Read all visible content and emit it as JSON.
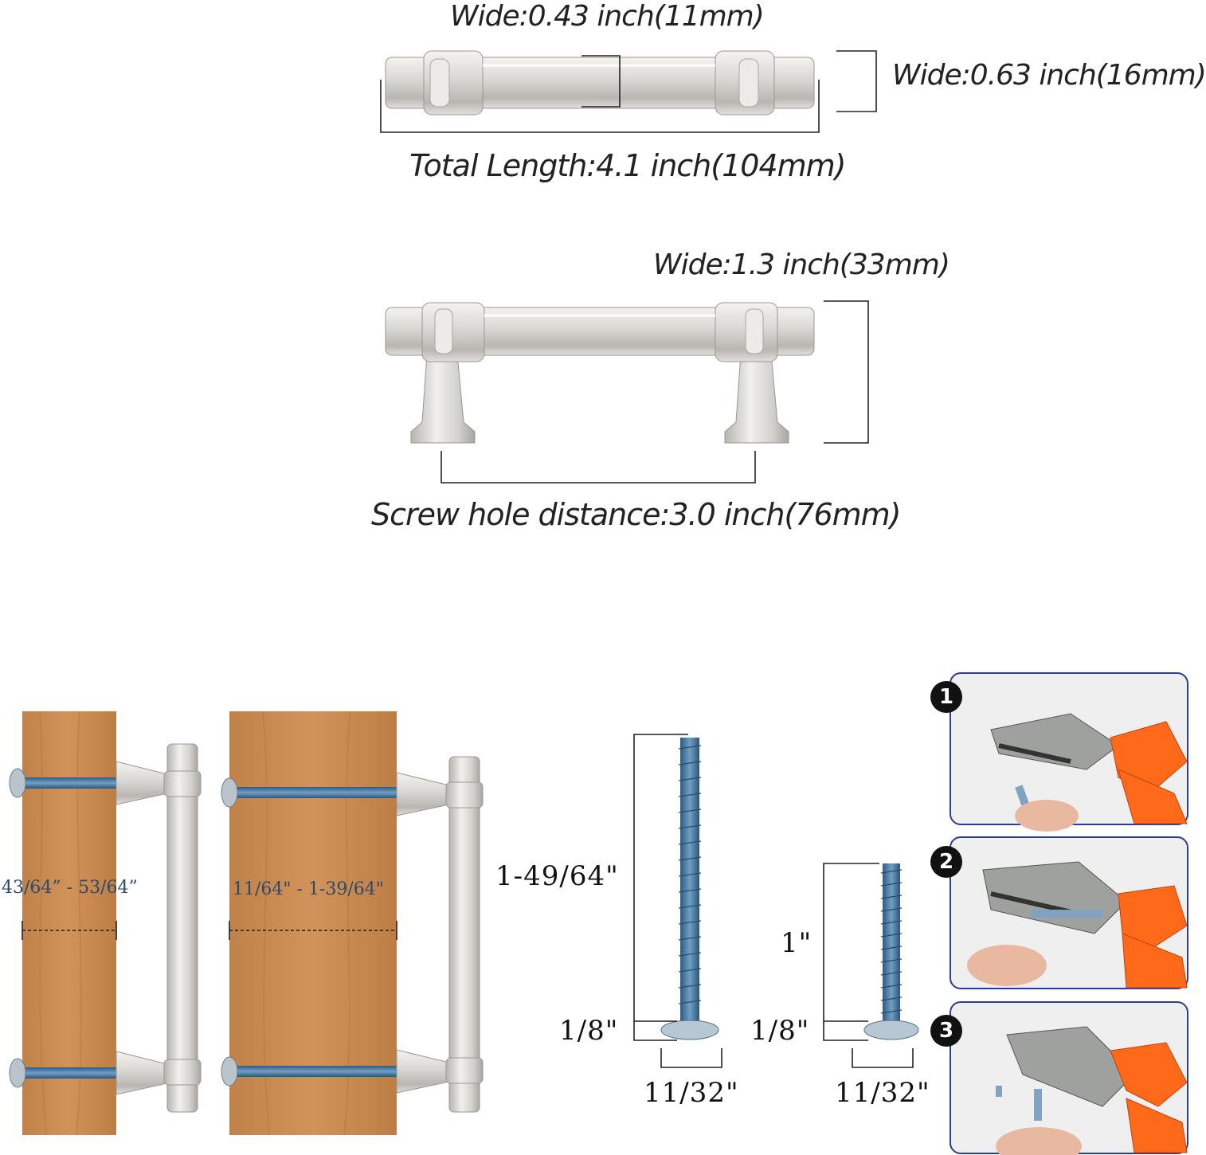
{
  "top_handle": {
    "bar_width": "Wide:0.43 inch(11mm)",
    "height": "Wide:0.63 inch(16mm)",
    "total_length": "Total Length:4.1 inch(104mm)"
  },
  "side_handle": {
    "depth": "Wide:1.3 inch(33mm)",
    "screw_hole_distance": "Screw hole distance:3.0 inch(76mm)"
  },
  "installation": {
    "door_left_range": "43/64”  - 53/64”",
    "door_right_range": "11/64\" - 1-39/64\"",
    "long_screw": {
      "length": "1-49/64\"",
      "head": "1/8\"",
      "head_width": "11/32\""
    },
    "short_screw": {
      "length": "1\"",
      "head": "1/8\"",
      "head_width": "11/32\""
    }
  },
  "steps": [
    "1",
    "2",
    "3"
  ],
  "colors": {
    "metal": "#d4d2cf",
    "wood": "#c98a4f",
    "screw_blue": "#3c6e98",
    "plier_orange": "#ff6a1a",
    "panel_border": "#2a3f8f"
  }
}
